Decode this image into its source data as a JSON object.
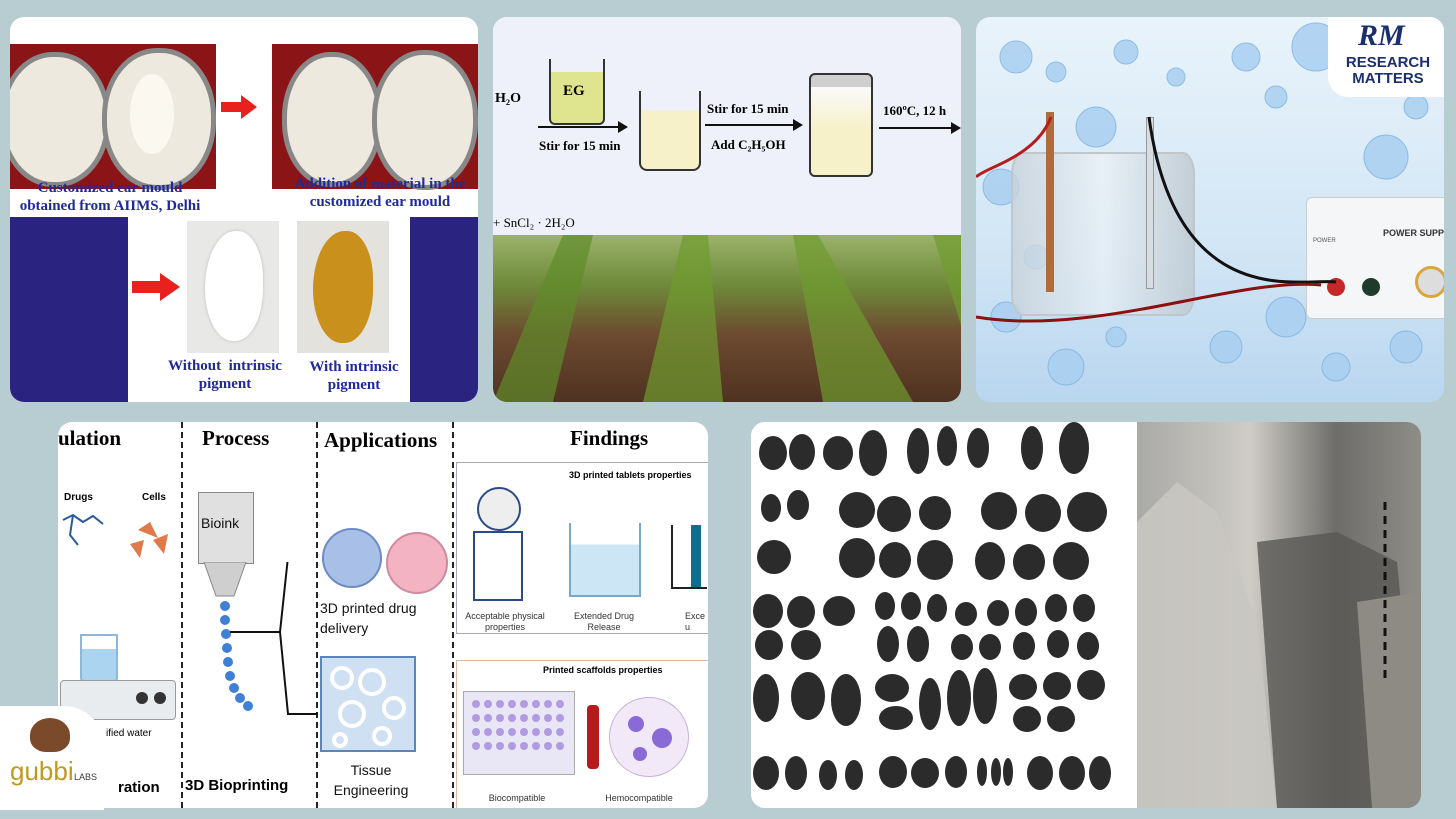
{
  "panel_ear": {
    "caption_top_left": "Customized ear mould\nobtained from AIIMS, Delhi",
    "caption_top_right": "Addition of material in the\ncustomized ear mould",
    "caption_bottom_left": "Without  intrinsic\npigment",
    "caption_bottom_right": "With intrinsic\npigment"
  },
  "panel_synthesis": {
    "reagent_water": "H₂O",
    "beaker_label": "EG",
    "step1": "Stir for 15 min",
    "step2_a": "Stir for 15 min",
    "step2_b": "Add C₂H₅OH",
    "step3": "160ºC, 12 h",
    "reagent_tin": "+ SnCl₂ · 2H₂O"
  },
  "panel_electrolysis": {
    "logo_line1": "RESEARCH",
    "logo_line2": "MATTERS",
    "device_label": "POWER SUPP",
    "small_label": "POWER"
  },
  "panel_bioprinting": {
    "col1_header": "ulation",
    "col2_header": "Process",
    "col3_header": "Applications",
    "col4_header": "Findings",
    "drugs": "Drugs",
    "cells": "Cells",
    "bioink": "Bioink",
    "stirrer_label": "ified water",
    "col1_footer": "ration",
    "col2_footer": "3D Bioprinting",
    "app1": "3D printed drug\ndelivery",
    "app2": "Tissue\nEngineering",
    "findings_box1_title": "3D printed tablets properties",
    "f1": "Acceptable physical\nproperties",
    "f2": "Extended Drug\nRelease",
    "f3": "Exce\nu",
    "findings_box2_title": "Printed scaffolds properties",
    "f4": "Biocompatible",
    "f5": "Hemocompatible",
    "logo_text": "gubbi",
    "logo_sub": "LABS"
  },
  "colors": {
    "background": "#b7cdd2",
    "caption_blue": "#1f2a9a",
    "arrow_red": "#e8201e",
    "navy": "#2a2380",
    "logo_blue": "#1b2f6e"
  }
}
